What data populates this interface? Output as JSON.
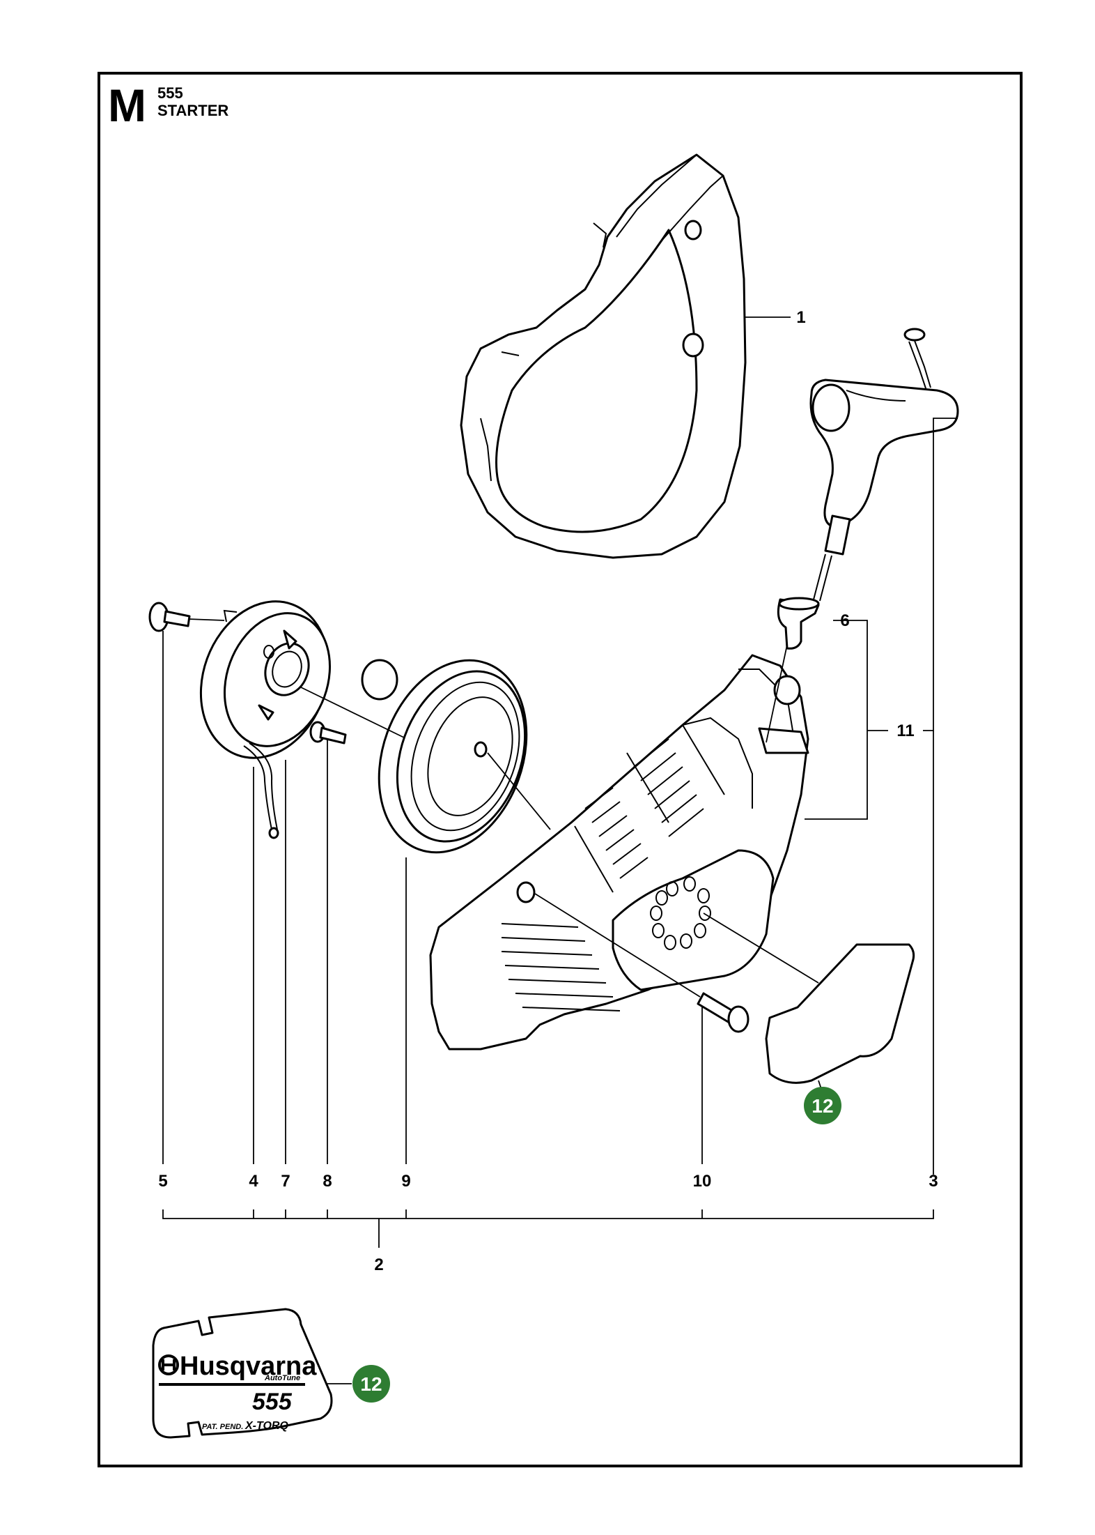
{
  "header": {
    "section_letter": "M",
    "model": "555",
    "title": "STARTER"
  },
  "callouts": {
    "p1": "1",
    "p2": "2",
    "p3": "3",
    "p4": "4",
    "p5": "5",
    "p6": "6",
    "p7": "7",
    "p8": "8",
    "p9": "9",
    "p10": "10",
    "p11": "11",
    "p12a": "12",
    "p12b": "12"
  },
  "decal": {
    "brand": "Husqvarna",
    "subline": "AutoTune",
    "model": "555",
    "patent": "PAT. PEND.",
    "tech": "X-TORQ"
  },
  "colors": {
    "badge": "#2e7d32",
    "line": "#000000",
    "background": "#ffffff"
  }
}
